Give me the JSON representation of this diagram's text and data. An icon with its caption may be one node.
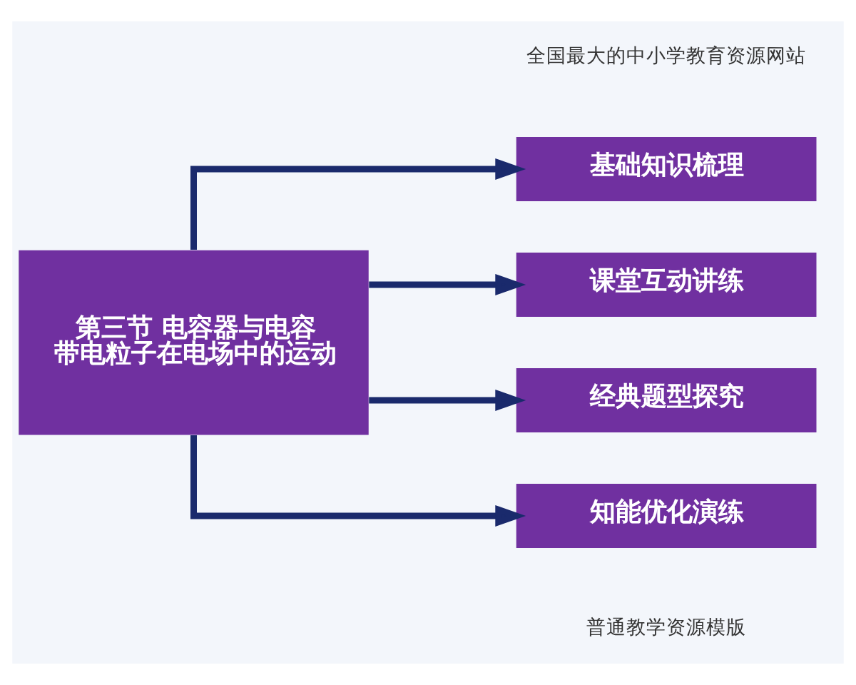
{
  "diagram": {
    "nodes": [
      {
        "text": [
          "第三节 电容器与电容",
          "带电粒子在电场中的运动"
        ]
      },
      {
        "text": [
          "基础知识梳理"
        ]
      },
      {
        "text": [
          "课堂互动讲练"
        ]
      },
      {
        "text": [
          "经典题型探究"
        ]
      },
      {
        "text": [
          "知能优化演练"
        ]
      }
    ],
    "edges": [
      {
        "from": 0,
        "to": 1,
        "arrow": "to"
      },
      {
        "from": 0,
        "to": 2,
        "arrow": "to"
      },
      {
        "from": 0,
        "to": 3,
        "arrow": "to"
      },
      {
        "from": 0,
        "to": 4,
        "arrow": "to"
      }
    ],
    "labels": [
      "全国最大的中小学教育资源网站",
      "普通教学资源模版"
    ]
  }
}
